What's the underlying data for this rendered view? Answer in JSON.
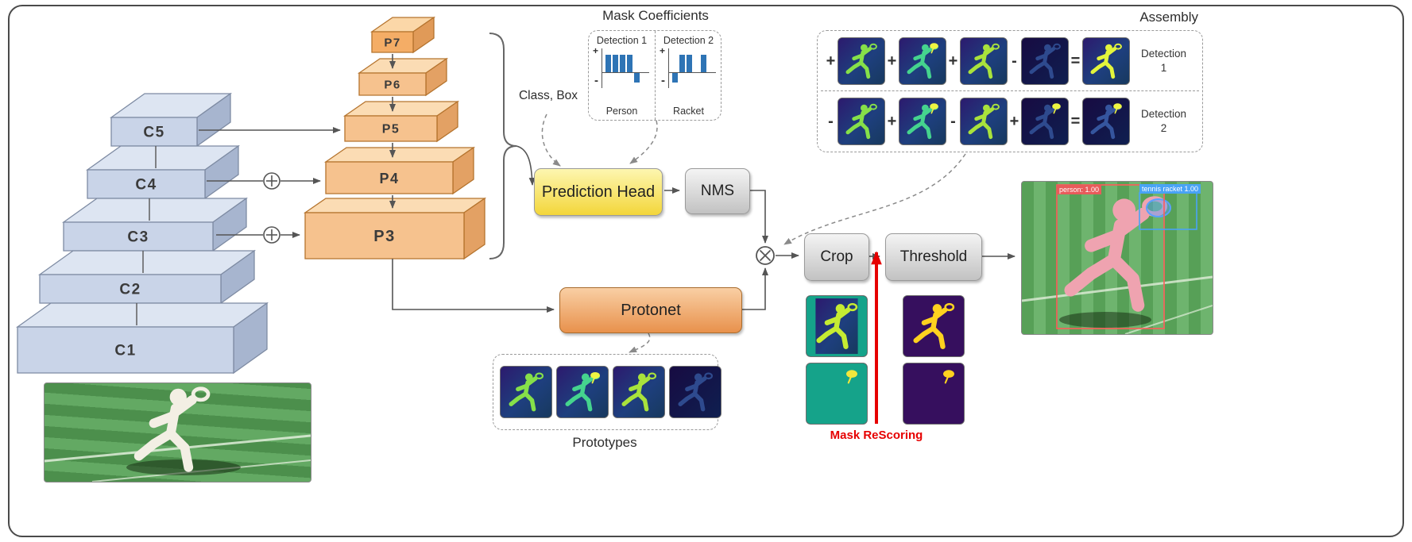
{
  "figure": {
    "backbone_layers": [
      "C5",
      "C4",
      "C3",
      "C2",
      "C1"
    ],
    "fpn_layers": [
      "P7",
      "P6",
      "P5",
      "P4",
      "P3"
    ],
    "class_box": "Class, Box",
    "boxes": {
      "prediction_head": "Prediction Head",
      "nms": "NMS",
      "protonet": "Protonet",
      "crop": "Crop",
      "threshold": "Threshold"
    },
    "mask_rescoring": "Mask ReScoring"
  },
  "coefficients": {
    "title": "Mask Coefficients",
    "axis_plus": "+",
    "axis_minus": "-",
    "charts": [
      {
        "header": "Detection 1",
        "label": "Person",
        "bar_color": "#2e74b5",
        "values": [
          0.85,
          0.85,
          0.85,
          0.85,
          -0.6
        ]
      },
      {
        "header": "Detection 2",
        "label": "Racket",
        "bar_color": "#2e74b5",
        "values": [
          -0.6,
          0.85,
          0.85,
          0,
          0.85
        ]
      }
    ]
  },
  "assembly": {
    "title": "Assembly",
    "rows": [
      {
        "label": "Detection",
        "num": "1",
        "ops": [
          "+",
          "+",
          "+",
          "-",
          "="
        ],
        "tiles": [
          {
            "bg": "viridis",
            "player": "#86e049"
          },
          {
            "bg": "viridis",
            "player": "#45d48e",
            "racket": "#eef542"
          },
          {
            "bg": "viridis",
            "player": "#a9e23c"
          },
          {
            "bg": "dark",
            "player": "#2e4a8e"
          },
          {
            "bg": "viridis",
            "player": "#e3f53c"
          }
        ]
      },
      {
        "label": "Detection",
        "num": "2",
        "ops": [
          "-",
          "+",
          "-",
          "+",
          "="
        ],
        "tiles": [
          {
            "bg": "viridis",
            "player": "#86e049"
          },
          {
            "bg": "viridis",
            "player": "#45d48e",
            "racket": "#eef542"
          },
          {
            "bg": "viridis",
            "player": "#a9e23c"
          },
          {
            "bg": "dark",
            "player": "#2e4a8e",
            "racket": "#eef542"
          },
          {
            "bg": "dark",
            "player": "#35559e",
            "racket": "#eef542"
          }
        ]
      }
    ]
  },
  "prototypes": {
    "label": "Prototypes",
    "tiles": [
      {
        "bg": "viridis",
        "player": "#86e049"
      },
      {
        "bg": "viridis",
        "player": "#45d48e",
        "racket": "#eef542"
      },
      {
        "bg": "viridis",
        "player": "#a9e23c"
      },
      {
        "bg": "dark",
        "player": "#2e4a8e"
      }
    ]
  },
  "crop_tiles": [
    {
      "bg": "teal",
      "inner": true,
      "player": "#c6ec32"
    },
    {
      "bg": "teal",
      "racket": "#f2e73c"
    }
  ],
  "threshold_tiles": [
    {
      "bg": "purple",
      "player": "#ffd21f"
    },
    {
      "bg": "purple",
      "racket": "#ffd21f"
    }
  ],
  "result": {
    "person_label": "person: 1.00",
    "racket_label": "tennis racket 1.00"
  }
}
